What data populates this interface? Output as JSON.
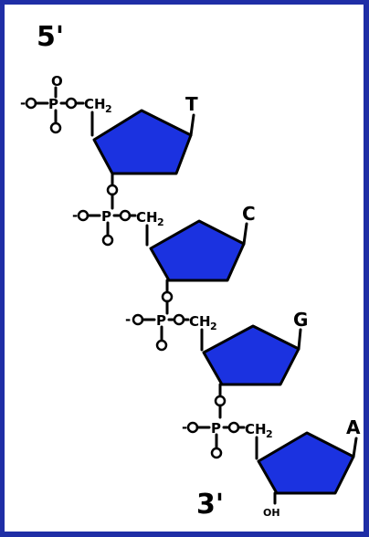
{
  "labels": {
    "five_prime": "5'",
    "three_prime": "3'",
    "oxygen": "O",
    "phosphorus": "P",
    "charge": "-",
    "methylene": "CH",
    "methylene_sub": "2",
    "hydroxyl": "OH"
  },
  "bases": [
    "T",
    "C",
    "G",
    "A"
  ],
  "colors": {
    "sugar_fill": "#1b32e0",
    "border": "#1f2ea6"
  }
}
